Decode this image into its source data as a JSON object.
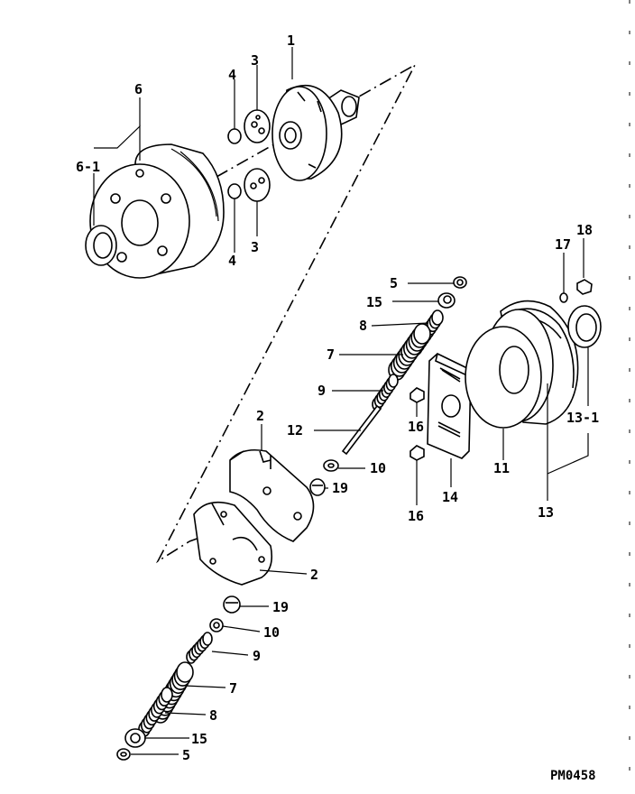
{
  "figure_code": "PM0458",
  "callouts": {
    "c1": "1",
    "c2a": "2",
    "c2b": "2",
    "c3a": "3",
    "c3b": "3",
    "c4a": "4",
    "c4b": "4",
    "c5a": "5",
    "c5b": "5",
    "c6": "6",
    "c6_1": "6-1",
    "c7a": "7",
    "c7b": "7",
    "c8a": "8",
    "c8b": "8",
    "c9a": "9",
    "c9b": "9",
    "c10a": "10",
    "c10b": "10",
    "c11": "11",
    "c12": "12",
    "c13": "13",
    "c13_1": "13-1",
    "c14": "14",
    "c15a": "15",
    "c15b": "15",
    "c16a": "16",
    "c16b": "16",
    "c17": "17",
    "c18": "18",
    "c19a": "19",
    "c19b": "19"
  }
}
